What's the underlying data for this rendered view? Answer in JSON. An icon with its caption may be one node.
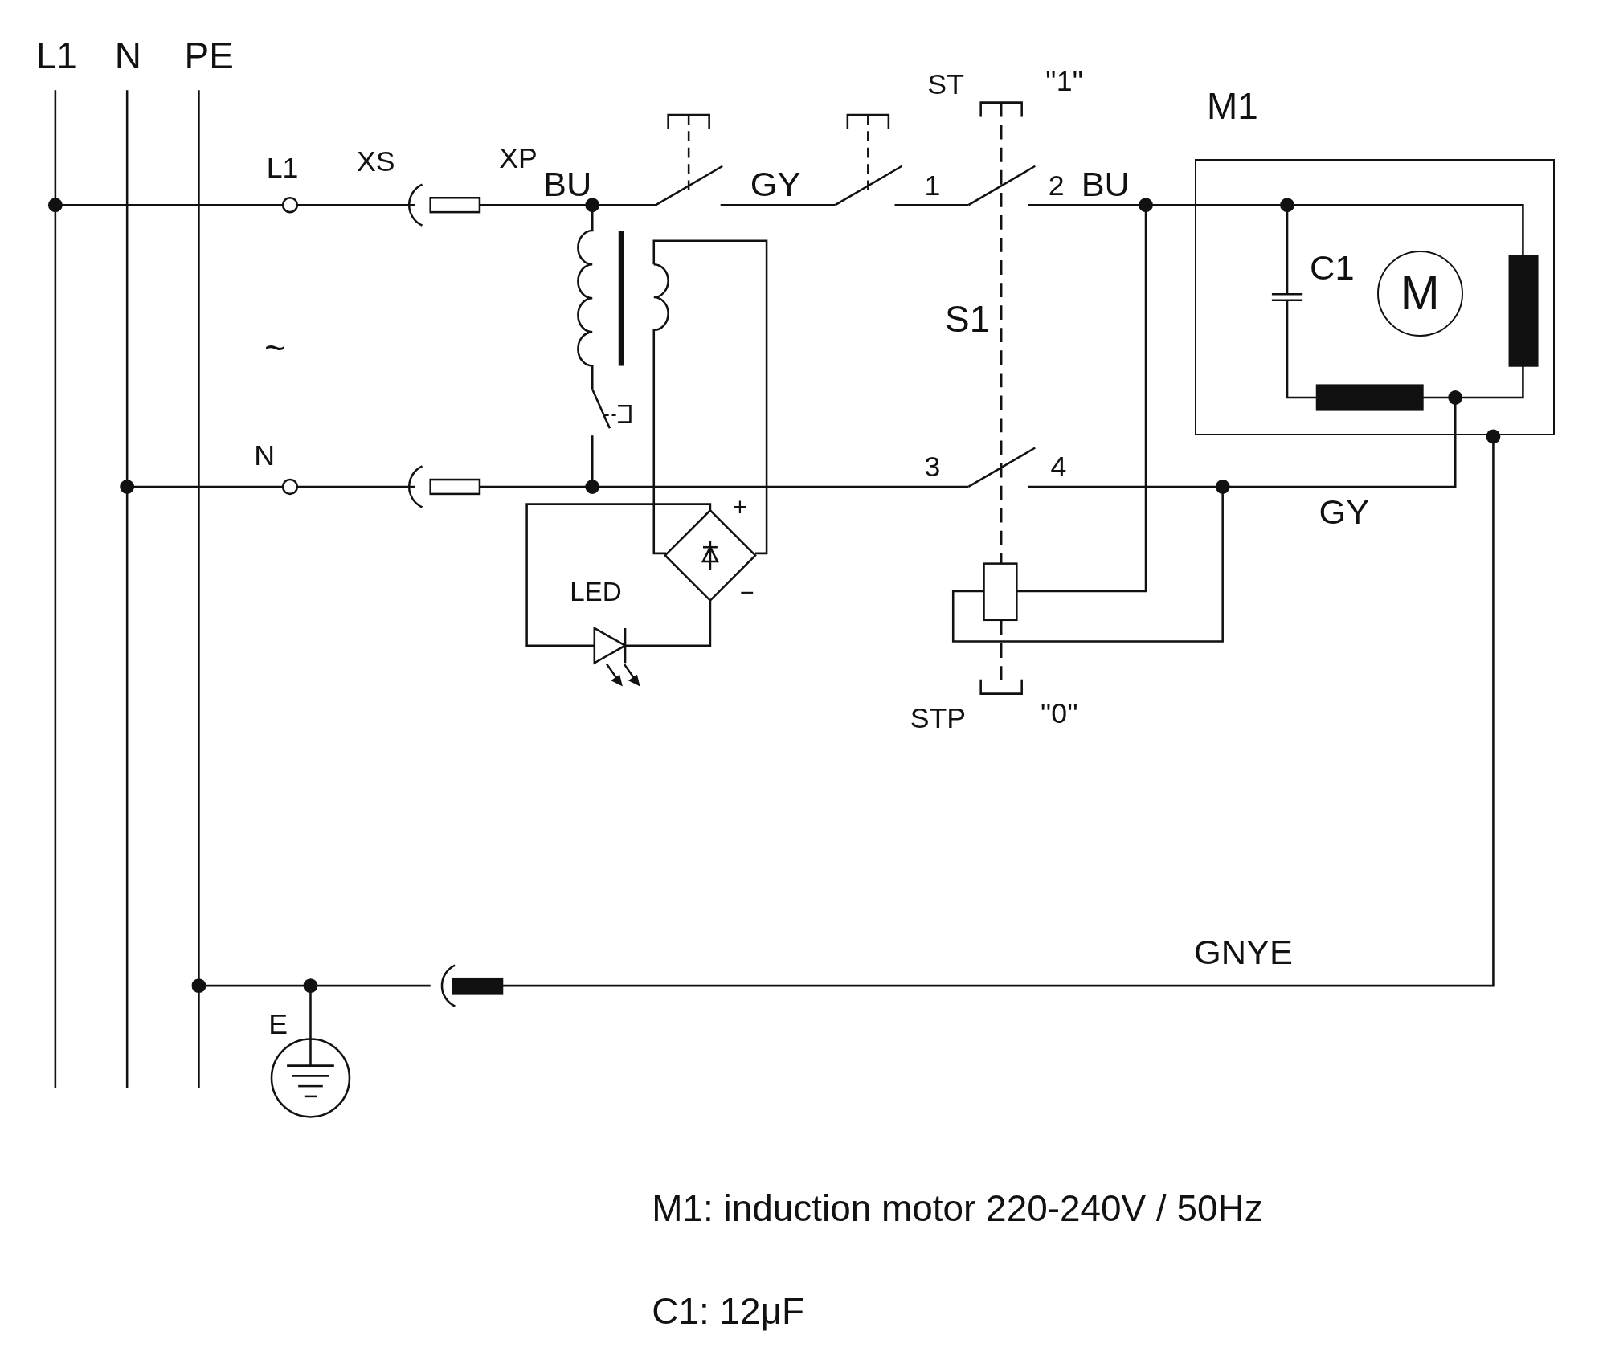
{
  "diagram": {
    "nodes": [
      {
        "text": [
          "M1"
        ]
      },
      {
        "text": [
          "M"
        ],
        "in": 0
      }
    ],
    "edges": [],
    "labels": [
      "L1",
      "N",
      "PE",
      "ST",
      "''1''",
      "L1",
      "XS",
      "XP",
      "BU",
      "GY",
      "1",
      "2",
      "BU",
      "C1",
      "S1",
      "~",
      "N",
      "3",
      "4",
      "+",
      "GY",
      "LED",
      "−",
      "STP",
      "''0''",
      "GNYE",
      "E",
      "M1: induction motor 220-240V / 50Hz",
      "C1: 12μF"
    ]
  }
}
